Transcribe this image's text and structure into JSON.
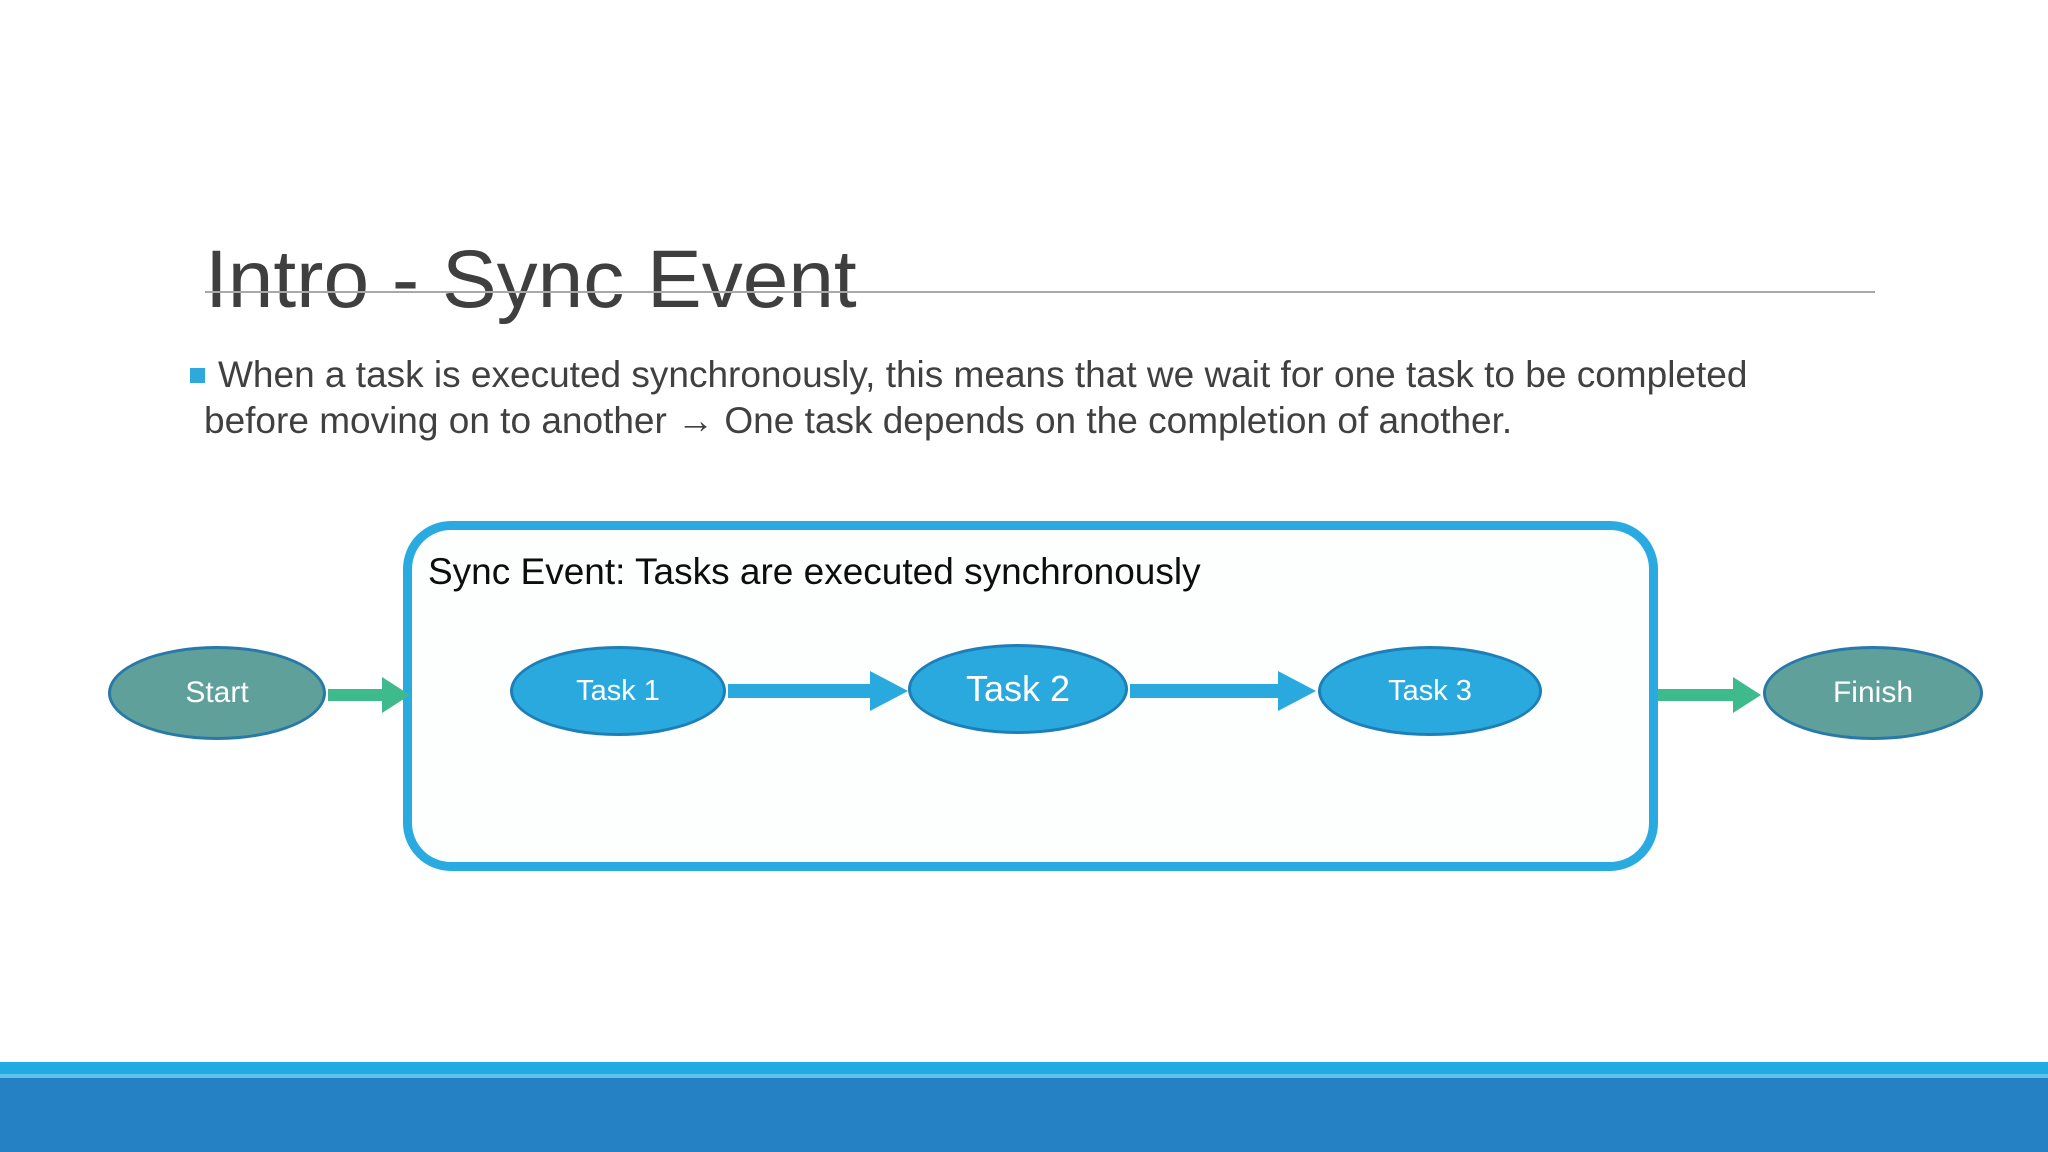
{
  "slide": {
    "title": "Intro - Sync Event",
    "bullet": {
      "line1": "When a task is executed synchronously, this means that we wait for one task to be completed",
      "line2": "before moving on to another → One task depends on the completion of another."
    },
    "diagram": {
      "box_label": "Sync Event: Tasks are executed synchronously",
      "nodes": [
        {
          "id": "start",
          "label": "Start",
          "kind": "terminal"
        },
        {
          "id": "task1",
          "label": "Task 1",
          "kind": "task"
        },
        {
          "id": "task2",
          "label": "Task 2",
          "kind": "task"
        },
        {
          "id": "task3",
          "label": "Task 3",
          "kind": "task"
        },
        {
          "id": "finish",
          "label": "Finish",
          "kind": "terminal"
        }
      ],
      "edges": [
        {
          "from": "Start",
          "to": "Sync box",
          "style": "green-arrow"
        },
        {
          "from": "Task 1",
          "to": "Task 2",
          "style": "blue-arrow"
        },
        {
          "from": "Task 2",
          "to": "Task 3",
          "style": "blue-arrow"
        },
        {
          "from": "Sync box",
          "to": "Finish",
          "style": "green-arrow"
        }
      ]
    },
    "colors": {
      "title_text": "#3f3f3f",
      "body_text": "#404040",
      "bullet_marker": "#2fa8dc",
      "divider": "#a9a9a9",
      "box_border": "#29abe2",
      "task_fill": "#29a9dd",
      "task_border": "#1e7fb8",
      "terminal_fill": "#5fa09b",
      "terminal_border": "#2879a8",
      "green_arrow": "#3eba8d",
      "bottom_strip": "#22abe2",
      "bottom_strip_divider": "#5ec4ec",
      "bottom_bar": "#2680c4"
    }
  }
}
